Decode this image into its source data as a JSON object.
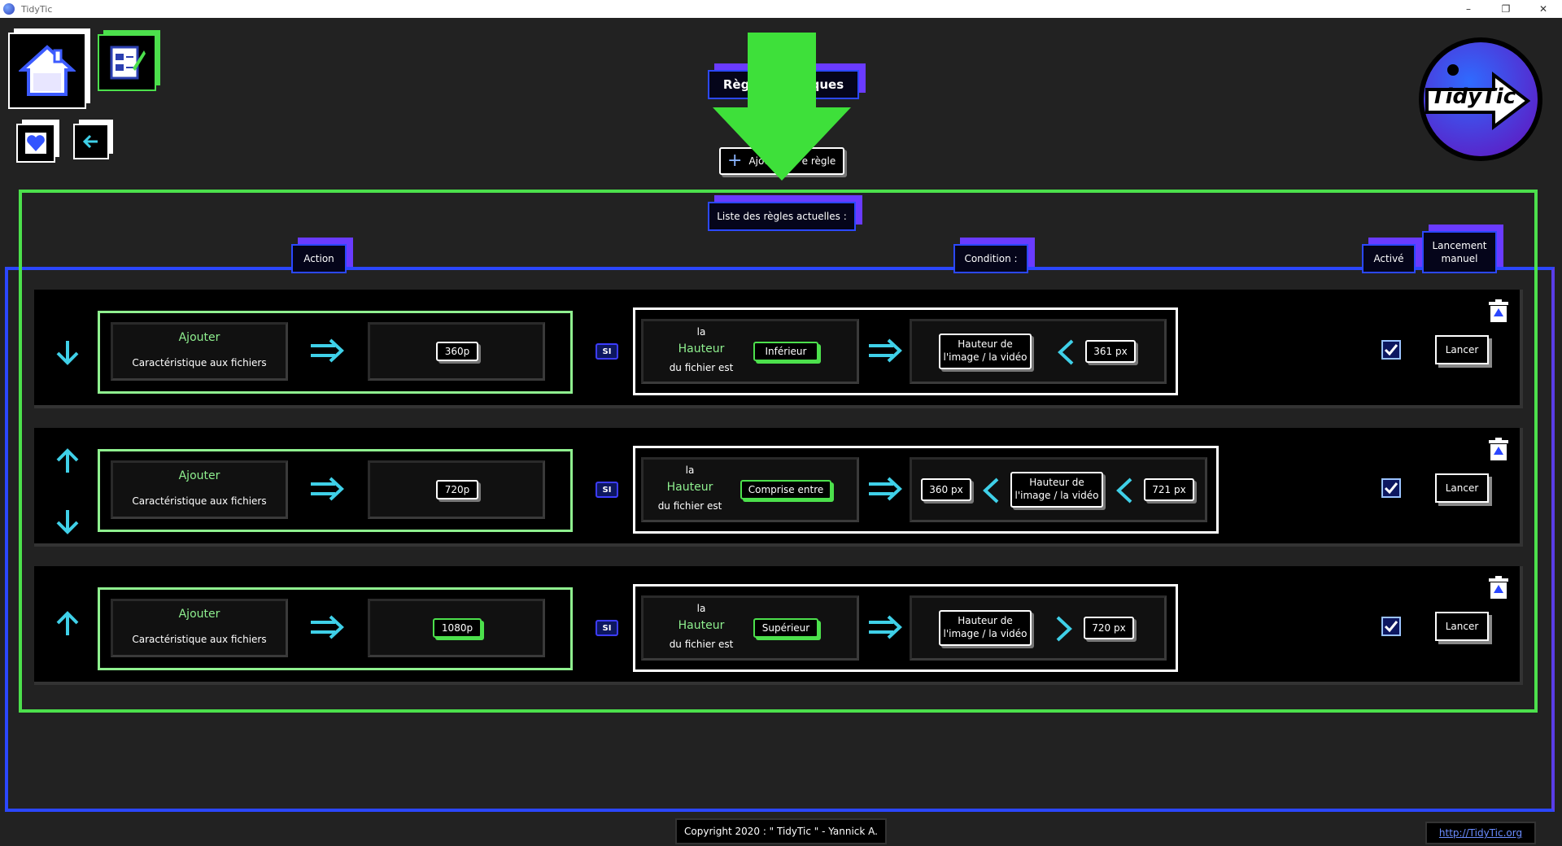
{
  "window": {
    "title": "TidyTic",
    "minimize": "–",
    "maximize": "❐",
    "close": "✕"
  },
  "header": {
    "title_left": "Règle",
    "title_right": "ques",
    "add_rule": "Ajout",
    "add_rule_right": "e règle",
    "list_title": "Liste des règles actuelles :"
  },
  "columns": {
    "action": "Action",
    "condition": "Condition :",
    "active": "Activé",
    "manual_line1": "Lancement",
    "manual_line2": "manuel"
  },
  "rules": [
    {
      "action_verb": "Ajouter",
      "action_target": "Caractéristique aux fichiers",
      "value": "360p",
      "si": "SI",
      "cond_la": "la",
      "cond_attr": "Hauteur",
      "cond_file": "du fichier est",
      "operator": "Inférieur",
      "ref_line1": "Hauteur de",
      "ref_line2": "l'image / la vidéo",
      "limit": "361 px",
      "launch": "Lancer"
    },
    {
      "action_verb": "Ajouter",
      "action_target": "Caractéristique aux fichiers",
      "value": "720p",
      "si": "SI",
      "cond_la": "la",
      "cond_attr": "Hauteur",
      "cond_file": "du fichier est",
      "operator": "Comprise entre",
      "low": "360 px",
      "ref_line1": "Hauteur de",
      "ref_line2": "l'image / la vidéo",
      "limit": "721 px",
      "launch": "Lancer"
    },
    {
      "action_verb": "Ajouter",
      "action_target": "Caractéristique aux fichiers",
      "value": "1080p",
      "si": "SI",
      "cond_la": "la",
      "cond_attr": "Hauteur",
      "cond_file": "du fichier est",
      "operator": "Supérieur",
      "ref_line1": "Hauteur de",
      "ref_line2": "l'image / la vidéo",
      "limit": "720 px",
      "launch": "Lancer"
    }
  ],
  "logo": {
    "text": "TidyTic"
  },
  "footer": {
    "copyright": "Copyright 2020 : \" TidyTic \" - Yannick A.",
    "link": "http://TidyTic.org"
  },
  "colors": {
    "green": "#4ce04c",
    "blue": "#2b47ff",
    "purple": "#5a3de8",
    "cyan": "#3fd0e8"
  }
}
